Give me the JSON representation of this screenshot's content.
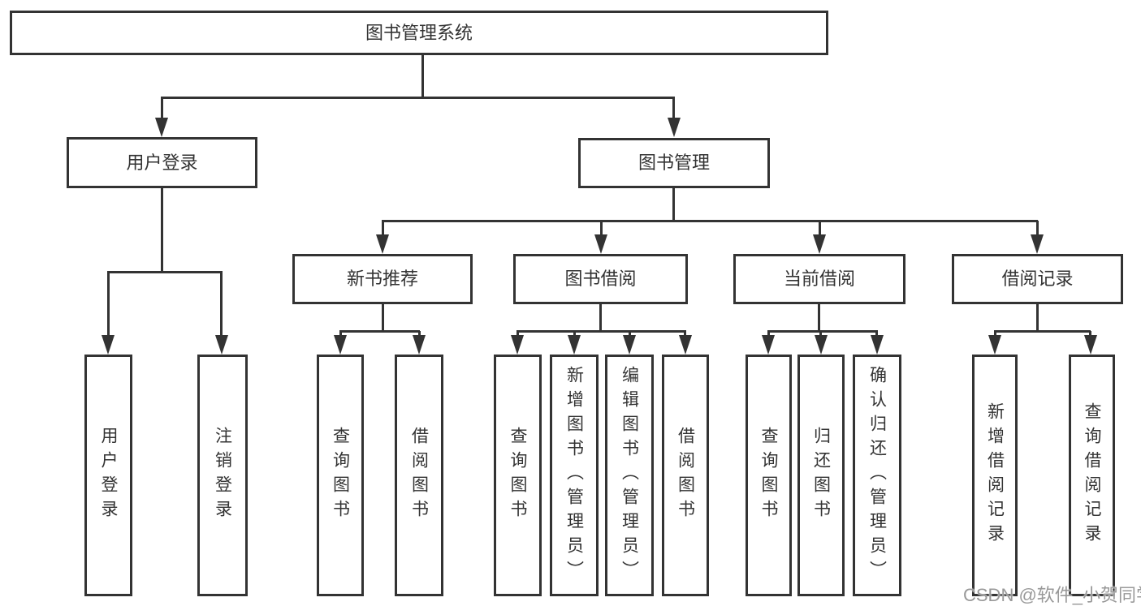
{
  "diagram_title": "图书管理系统",
  "nodes": {
    "root": "图书管理系统",
    "user_login": "用户登录",
    "book_mgmt": "图书管理",
    "new_book_rec": "新书推荐",
    "book_borrow": "图书借阅",
    "current_borrow": "当前借阅",
    "borrow_record": "借阅记录",
    "ul_login": "用户登录",
    "ul_logout": "注销登录",
    "nbr_query": "查询图书",
    "nbr_borrow": "借阅图书",
    "bb_query": "查询图书",
    "bb_add": "新增图书（管理员）",
    "bb_edit": "编辑图书（管理员）",
    "bb_borrow": "借阅图书",
    "cb_query": "查询图书",
    "cb_return": "归还图书",
    "cb_confirm": "确认归还（管理员）",
    "br_add": "新增借阅记录",
    "br_query": "查询借阅记录"
  },
  "watermark": "CSDN @软件_小贺同学",
  "colors": {
    "line": "#333333",
    "text": "#333333",
    "watermark": "#999999",
    "background": "#ffffff"
  }
}
